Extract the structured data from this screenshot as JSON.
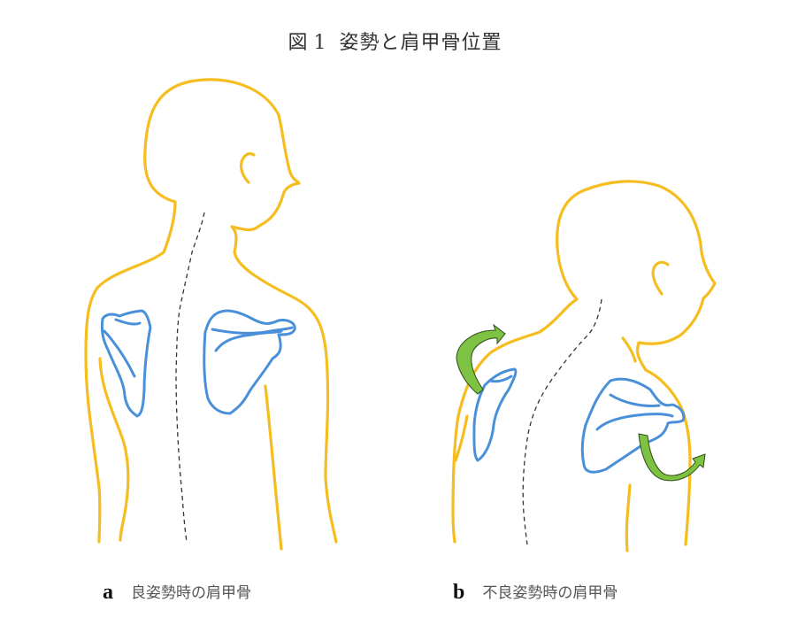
{
  "figure": {
    "title_prefix": "図",
    "title_number": "1",
    "title_text": "姿勢と肩甲骨位置"
  },
  "panels": [
    {
      "letter": "a",
      "caption": "良姿勢時の肩甲骨"
    },
    {
      "letter": "b",
      "caption": "不良姿勢時の肩甲骨"
    }
  ],
  "colors": {
    "body_outline": "#f5bd1f",
    "scapula": "#4a90d9",
    "rotation_arrow": "#7dc242",
    "spine_line": "#333333"
  }
}
